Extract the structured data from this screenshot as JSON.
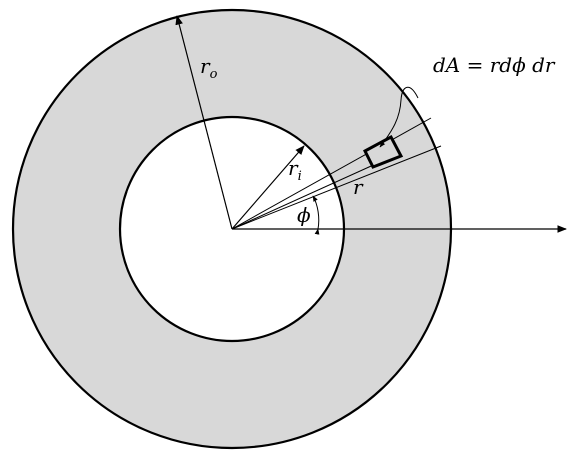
{
  "diagram": {
    "colors": {
      "annulus_fill": "#d8d8d8",
      "hole_fill": "#ffffff",
      "stroke": "#000000"
    },
    "labels": {
      "r_outer_main": "r",
      "r_outer_sub": "o",
      "r_inner_main": "r",
      "r_inner_sub": "i",
      "r": "r",
      "phi": "ϕ",
      "area_element": "dA = rdϕ dr"
    }
  }
}
